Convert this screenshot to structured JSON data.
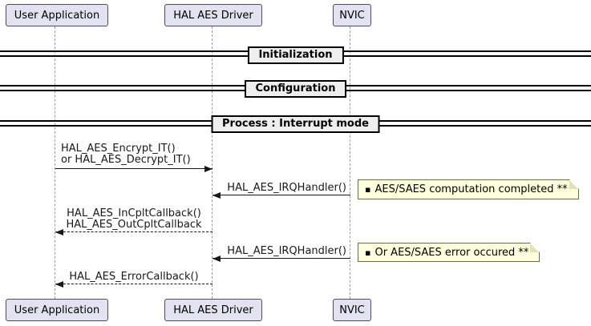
{
  "diagram": {
    "participants": [
      {
        "label": "User Application"
      },
      {
        "label": "HAL AES Driver"
      },
      {
        "label": "NVIC"
      }
    ],
    "dividers": [
      {
        "label": "Initialization"
      },
      {
        "label": "Configuration"
      },
      {
        "label": "Process : Interrupt mode"
      }
    ],
    "messages": {
      "encrypt": {
        "line1": "HAL_AES_Encrypt_IT()",
        "line2": "or HAL_AES_Decrypt_IT()"
      },
      "irq1": {
        "label": "HAL_AES_IRQHandler()"
      },
      "cplt": {
        "line1": "HAL_AES_InCpltCallback()",
        "line2": "HAL_AES_OutCpltCallback"
      },
      "irq2": {
        "label": "HAL_AES_IRQHandler()"
      },
      "error": {
        "label": "HAL_AES_ErrorCallback()"
      }
    },
    "notes": [
      {
        "bullet": "▪",
        "text": "AES/SAES computation completed **"
      },
      {
        "bullet": "▪",
        "text": "Or AES/SAES error occured **"
      }
    ],
    "colors": {
      "participant_fill": "#E2E2F0",
      "participant_border": "#4a4a63",
      "divider_fill": "#EEEEEE",
      "divider_border": "#000000",
      "note_fill": "#FEFFDD",
      "note_border": "#6b6b4e",
      "message_line": "#181818",
      "lifeline": "#999999"
    }
  }
}
